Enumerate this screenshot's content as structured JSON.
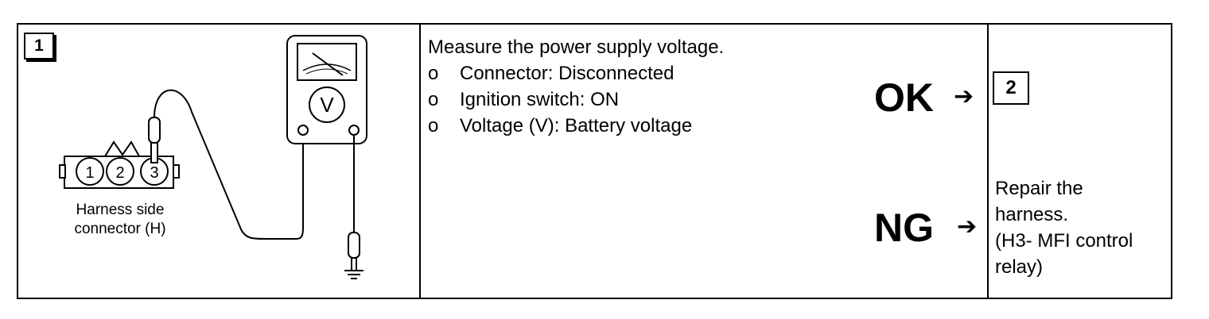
{
  "step": {
    "number": "1"
  },
  "diagram": {
    "pins": [
      "1",
      "2",
      "3"
    ],
    "connector_label_line1": "Harness side",
    "connector_label_line2": "connector (H)",
    "meter_symbol": "V"
  },
  "instructions": {
    "title": "Measure the power supply voltage.",
    "bullet": "o",
    "items": [
      "Connector: Disconnected",
      "Ignition switch: ON",
      "Voltage (V): Battery voltage"
    ]
  },
  "results": {
    "ok_label": "OK",
    "ok_arrow": "➔",
    "ok_next_step": "2",
    "ng_label": "NG",
    "ng_arrow": "➔",
    "ng_action_line1": "Repair the",
    "ng_action_line2": "harness.",
    "ng_action_line3": "(H3- MFI control",
    "ng_action_line4": "relay)"
  }
}
